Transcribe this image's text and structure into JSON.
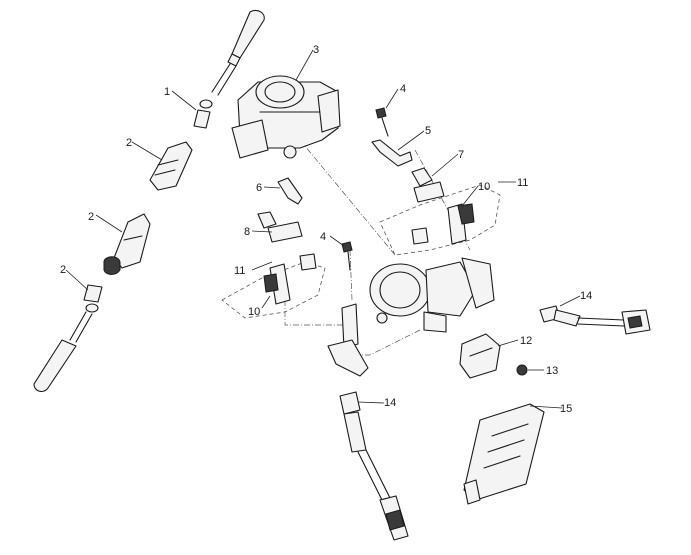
{
  "callouts": [
    {
      "key": "c1",
      "text": "1"
    },
    {
      "key": "c2a",
      "text": "2"
    },
    {
      "key": "c2b",
      "text": "2"
    },
    {
      "key": "c2c",
      "text": "2"
    },
    {
      "key": "c3",
      "text": "3"
    },
    {
      "key": "c4a",
      "text": "4"
    },
    {
      "key": "c4b",
      "text": "4"
    },
    {
      "key": "c5",
      "text": "5"
    },
    {
      "key": "c6",
      "text": "6"
    },
    {
      "key": "c7",
      "text": "7"
    },
    {
      "key": "c8",
      "text": "8"
    },
    {
      "key": "c10a",
      "text": "10"
    },
    {
      "key": "c10b",
      "text": "10"
    },
    {
      "key": "c11a",
      "text": "11"
    },
    {
      "key": "c11b",
      "text": "11"
    },
    {
      "key": "c12",
      "text": "12"
    },
    {
      "key": "c13",
      "text": "13"
    },
    {
      "key": "c14a",
      "text": "14"
    },
    {
      "key": "c14b",
      "text": "14"
    },
    {
      "key": "c15",
      "text": "15"
    }
  ]
}
